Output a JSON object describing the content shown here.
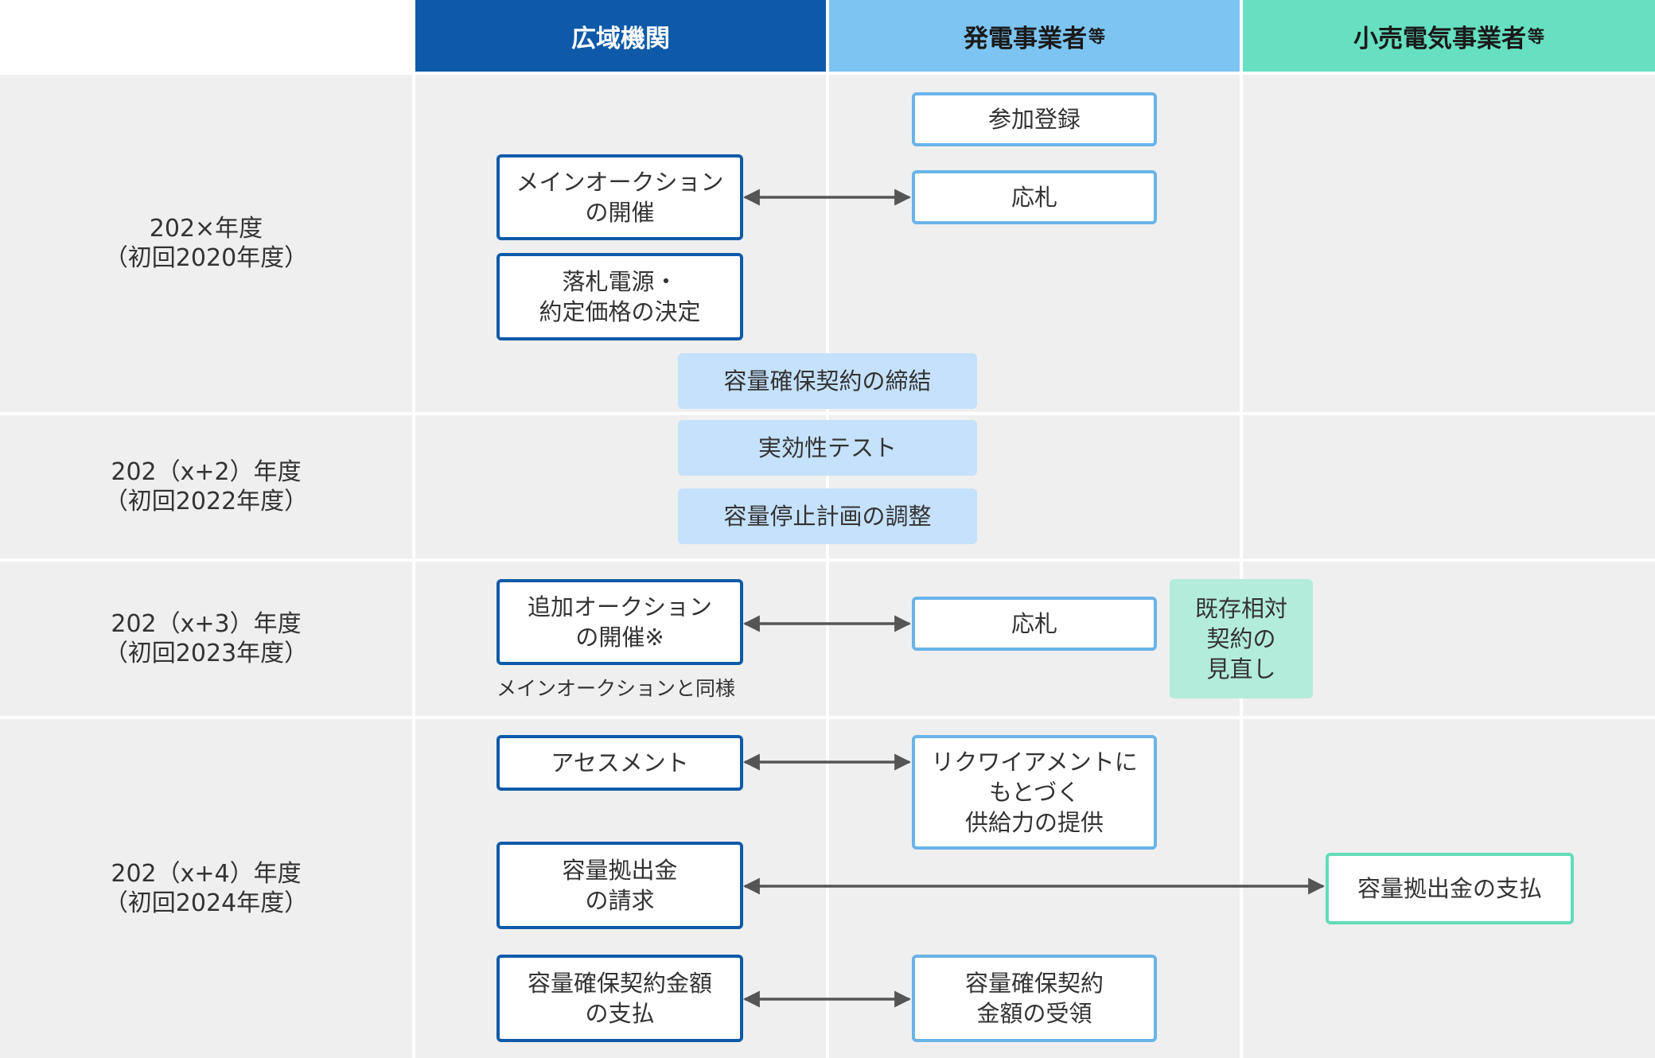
{
  "columns": {
    "occto": {
      "label": "広域機関",
      "suffix": ""
    },
    "generators": {
      "label": "発電事業者",
      "suffix": "等"
    },
    "retailers": {
      "label": "小売電気事業者",
      "suffix": "等"
    }
  },
  "years": [
    {
      "label": "202×年度\n（初回2020年度）"
    },
    {
      "label": "202（x+2）年度\n（初回2022年度）"
    },
    {
      "label": "202（x+3）年度\n（初回2023年度）"
    },
    {
      "label": "202（x+4）年度\n（初回2024年度）"
    }
  ],
  "steps": {
    "participation_registration": "参加登録",
    "main_auction": "メインオークション\nの開催",
    "bid_1": "応札",
    "award_decision": "落札電源・\n約定価格の決定",
    "contract_signing": "容量確保契約の締結",
    "effectiveness_test": "実効性テスト",
    "outage_adjustment": "容量停止計画の調整",
    "additional_auction": "追加オークション\nの開催※",
    "additional_note": "メインオークションと同様",
    "bid_2": "応札",
    "bilateral_review": "既存相対\n契約の\n見直し",
    "assessment": "アセスメント",
    "requirement_supply": "リクワイアメントに\nもとづく\n供給力の提供",
    "contribution_billing": "容量拠出金\nの請求",
    "contribution_payment": "容量拠出金の支払",
    "contract_payment": "容量確保契約金額\nの支払",
    "contract_receipt": "容量確保契約\n金額の受領"
  },
  "colors": {
    "occto_header": "#0e5aa8",
    "generators_header": "#7dc4f3",
    "retailers_header": "#66e0c0",
    "row_background": "#efefef",
    "arrow": "#555555"
  }
}
